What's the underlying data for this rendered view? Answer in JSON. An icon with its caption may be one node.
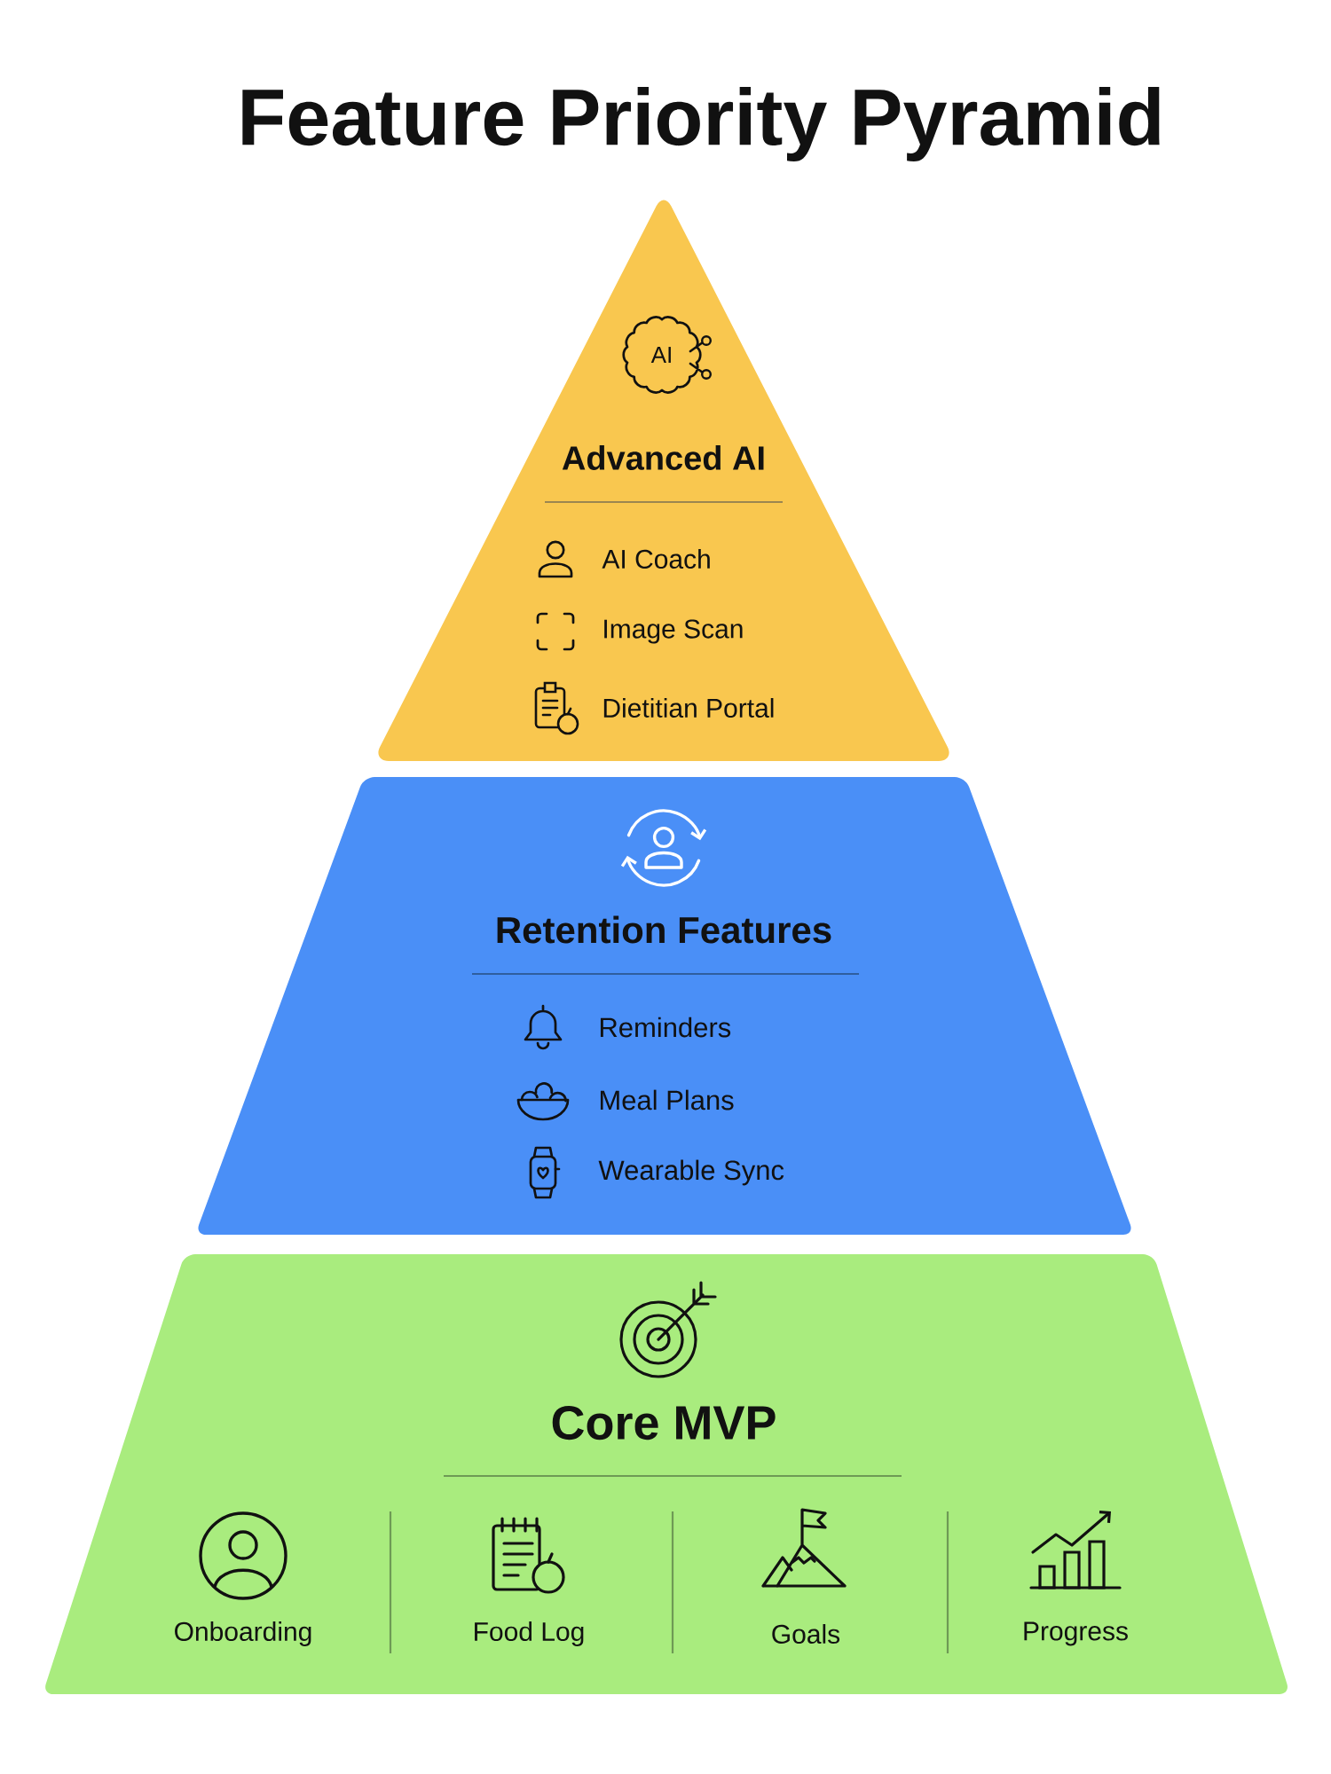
{
  "diagram": {
    "title": "Feature Priority Pyramid",
    "nodes": [
      {
        "text": [
          "AI",
          "Advanced AI",
          "AI Coach",
          "Image Scan",
          "Dietitian Portal"
        ]
      },
      {
        "text": [
          "Retention Features",
          "Reminders",
          "Meal Plans",
          "Wearable Sync"
        ]
      },
      {
        "text": [
          "Core MVP",
          "Onboarding",
          "Food Log",
          "Goals",
          "Progress"
        ]
      }
    ]
  }
}
